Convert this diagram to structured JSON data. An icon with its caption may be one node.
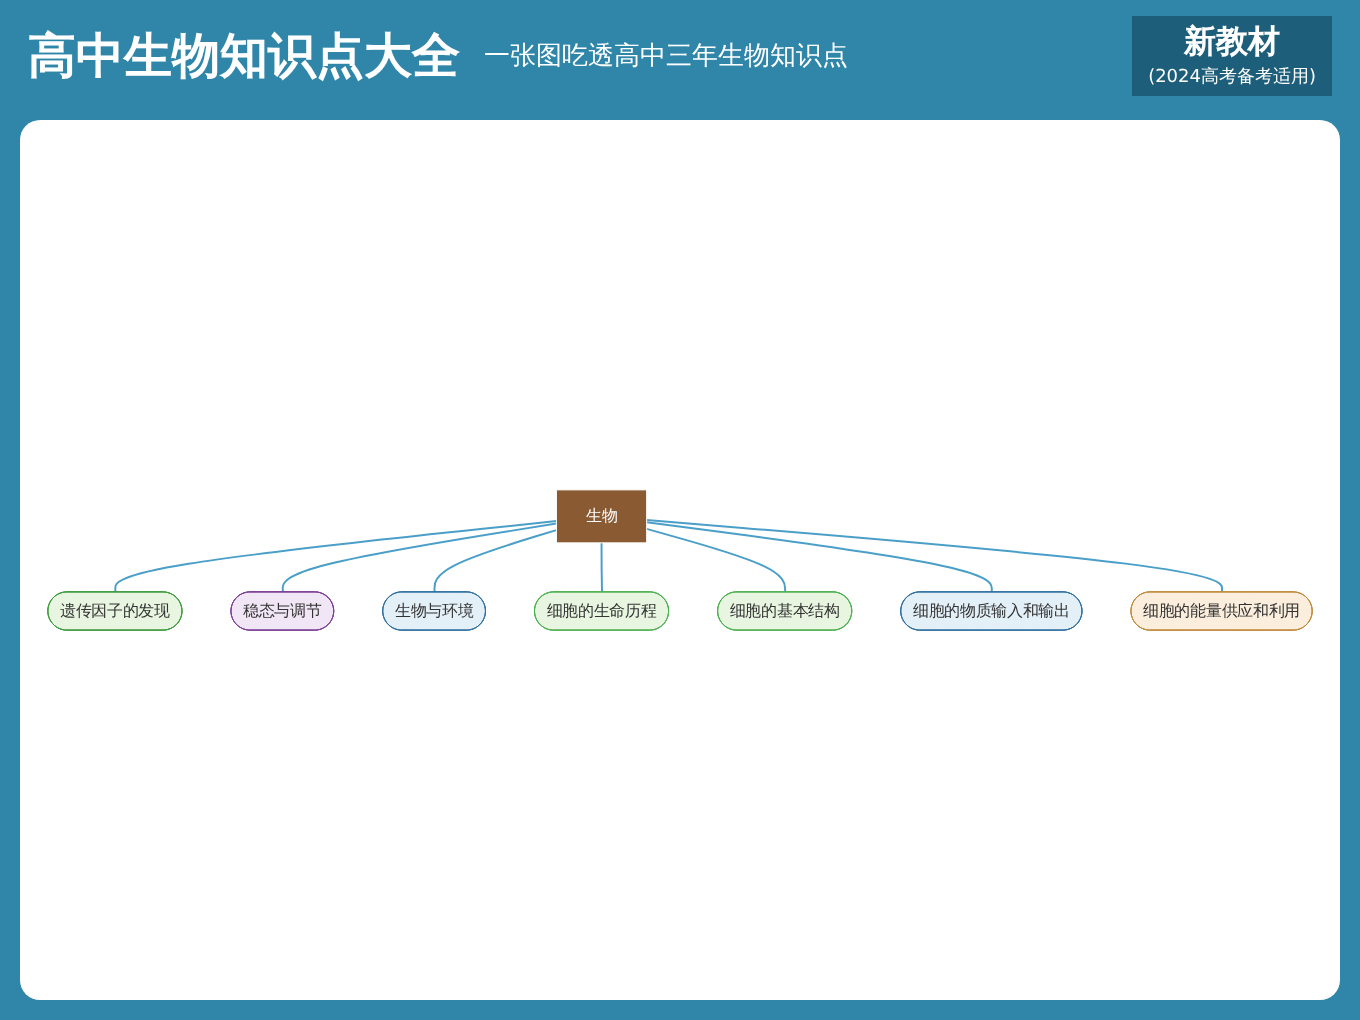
{
  "diagram": {
    "title": "高中生物知识点大全",
    "nodes": [
      {
        "text": [
          "生物"
        ]
      },
      {
        "text": [
          "遗传因子的发现"
        ]
      },
      {
        "text": [
          "稳态与调节"
        ]
      },
      {
        "text": [
          "生物与环境"
        ]
      },
      {
        "text": [
          "细胞的生命历程"
        ]
      },
      {
        "text": [
          "细胞的基本结构"
        ]
      },
      {
        "text": [
          "细胞的物质输入和输出"
        ]
      },
      {
        "text": [
          "细胞的能量供应和利用"
        ]
      }
    ],
    "edges": [
      {
        "from": 0,
        "to": 1,
        "arrow": "none"
      },
      {
        "from": 0,
        "to": 2,
        "arrow": "none"
      },
      {
        "from": 0,
        "to": 3,
        "arrow": "none"
      },
      {
        "from": 0,
        "to": 4,
        "arrow": "none"
      },
      {
        "from": 0,
        "to": 5,
        "arrow": "none"
      },
      {
        "from": 0,
        "to": 6,
        "arrow": "none"
      },
      {
        "from": 0,
        "to": 7,
        "arrow": "none"
      }
    ],
    "labels": [
      "一张图吃透高中三年生物知识点",
      "新教材",
      "(2024高考备考适用)"
    ]
  }
}
